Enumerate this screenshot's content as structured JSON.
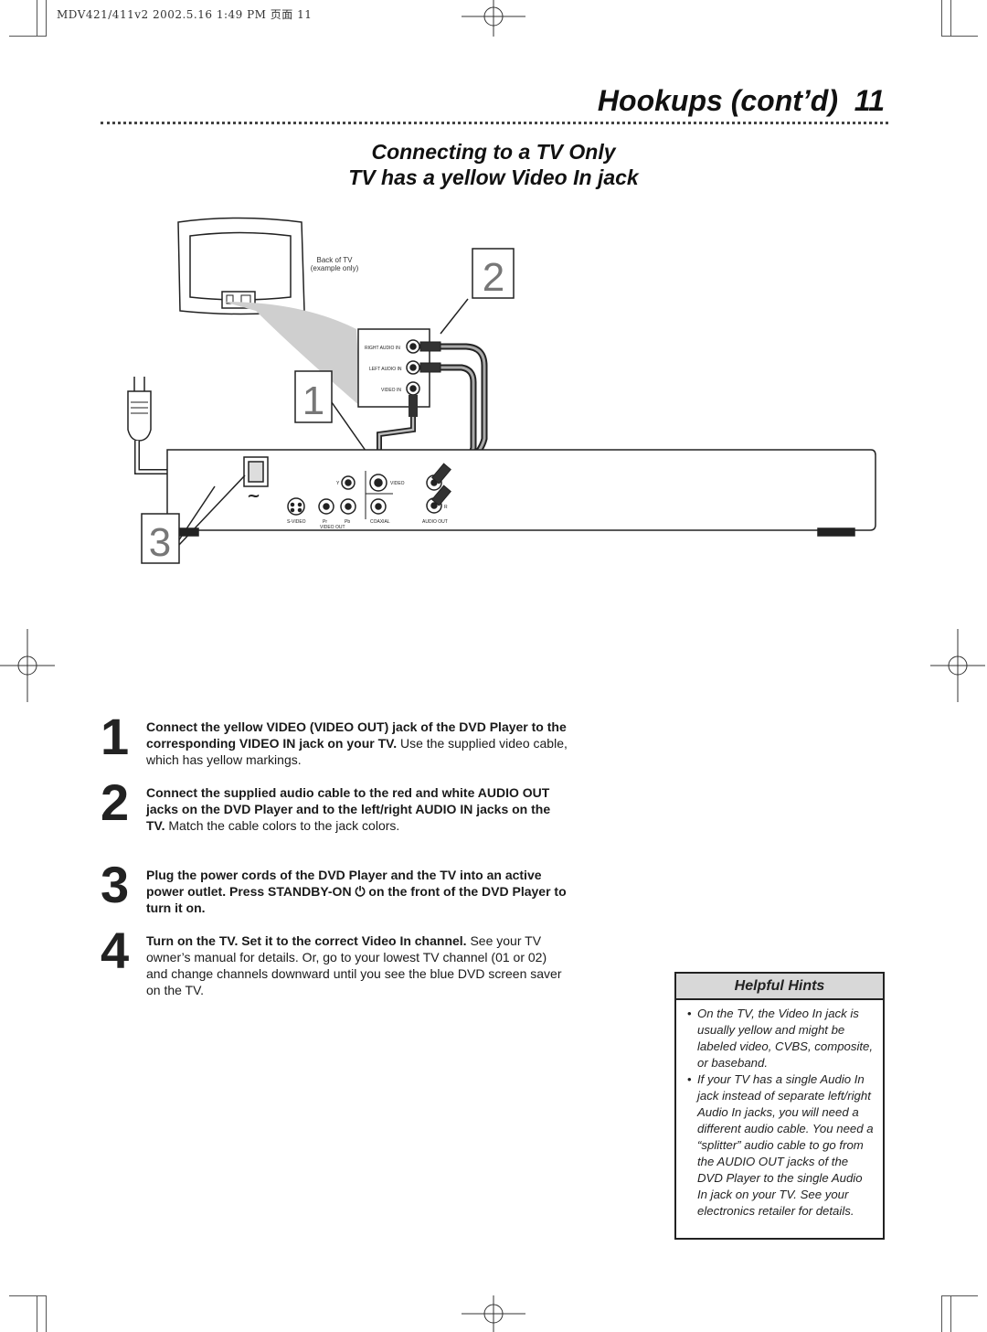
{
  "file_header": "MDV421/411v2  2002.5.16  1:49 PM  页面 11",
  "page": {
    "heading": "Hookups (cont’d)",
    "number": "11"
  },
  "section": {
    "title_line1": "Connecting to a TV Only",
    "title_line2": "TV has a yellow Video In jack"
  },
  "diagram": {
    "tv_label_line1": "Back of TV",
    "tv_label_line2": "(example only)",
    "callouts": [
      "1",
      "2",
      "3"
    ],
    "tv_jacks": [
      "RIGHT AUDIO IN",
      "LEFT AUDIO IN",
      "VIDEO IN"
    ],
    "player_labels": {
      "y": "Y",
      "video": "VIDEO",
      "r": "R",
      "svideo": "S-VIDEO",
      "pr": "Pr",
      "pb": "Pb",
      "video_out": "VIDEO  OUT",
      "coaxial": "COAXIAL",
      "audio_out": "AUDIO OUT",
      "ac": "~"
    }
  },
  "steps": [
    {
      "number": "1",
      "bold": "Connect the yellow VIDEO (VIDEO OUT) jack of the DVD Player to the corresponding VIDEO IN jack on your TV.",
      "normal": " Use the supplied video cable, which has yellow markings."
    },
    {
      "number": "2",
      "bold": "Connect the supplied audio cable to the red and white AUDIO OUT jacks on the DVD Player and to the left/right AUDIO IN jacks on the TV.",
      "normal": " Match the cable colors to the jack colors."
    },
    {
      "number": "3",
      "bold": "Plug the power cords of the DVD Player and the TV into an active power outlet. Press STANDBY-ON ⏻ on the front of the DVD Player to turn it on.",
      "normal": ""
    },
    {
      "number": "4",
      "bold": "Turn on the TV. Set it to the correct Video In channel.",
      "normal": " See your TV owner’s manual for details. Or, go to your lowest TV channel (01 or 02) and change channels downward until you see the blue DVD screen saver on the TV."
    }
  ],
  "hints": {
    "title": "Helpful Hints",
    "items": [
      "On the TV, the Video In jack is usually yellow and might be labeled video, CVBS, composite, or baseband.",
      "If your TV has a single Audio In jack instead of separate left/right Audio In jacks, you will need a different audio cable. You need a “splitter” audio cable to go from the AUDIO OUT jacks of the DVD Player to the single Audio In jack on your TV. See your electronics retailer for details."
    ]
  }
}
